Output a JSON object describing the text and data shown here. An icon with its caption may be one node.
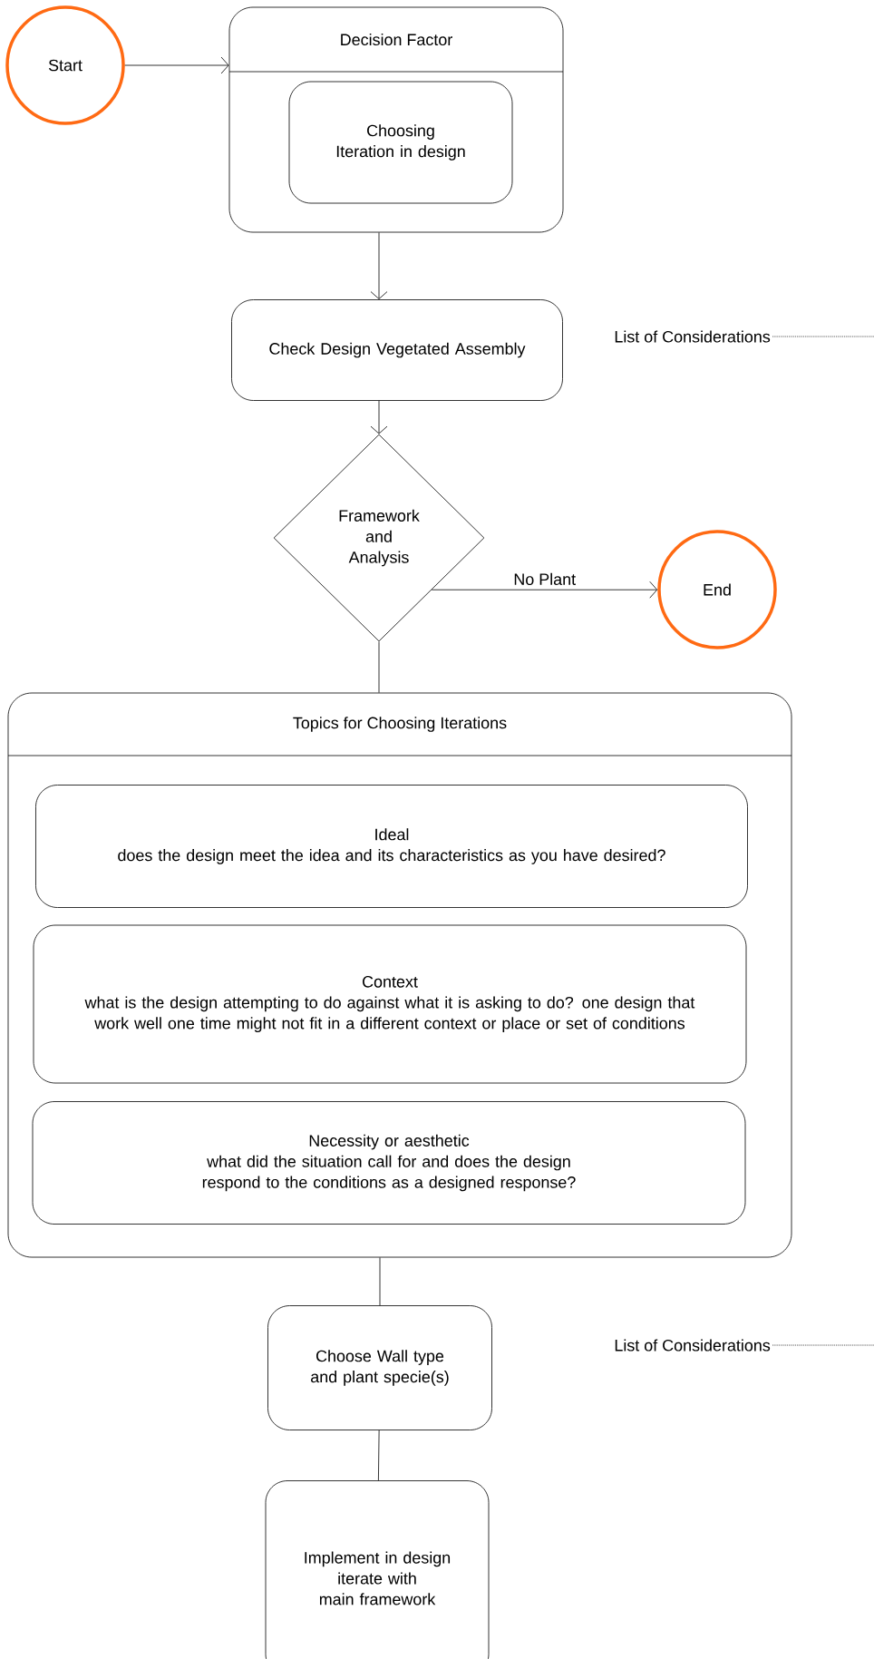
{
  "diagram": {
    "nodes": [
      {
        "text": [
          "Start"
        ]
      },
      {
        "text": [
          "Decision Factor"
        ]
      },
      {
        "text": [
          "Choosing Iteration in design"
        ],
        "in": 1
      },
      {
        "text": [
          "Check Design Vegetated Assembly"
        ]
      },
      {
        "text": [
          "List of Considerations"
        ]
      },
      {
        "text": [
          "Framework and Analysis"
        ]
      },
      {
        "text": [
          "End"
        ]
      },
      {
        "text": [
          "Topics for Choosing Iterations"
        ]
      },
      {
        "text": [
          "Ideal",
          "does the design meet the idea and its characteristics as you have desired?"
        ],
        "in": 7
      },
      {
        "text": [
          "Context",
          "what is the design attempting to do against what it is asking to do? one design that work well one time might not fit in a different context or place or set of conditions"
        ],
        "in": 7
      },
      {
        "text": [
          "Necessity or aesthetic",
          "what did the situation call for and does the design respond to the conditions as a designed response?"
        ],
        "in": 7
      },
      {
        "text": [
          "Choose Wall type and plant specie(s)"
        ]
      },
      {
        "text": [
          "List of Considerations"
        ]
      },
      {
        "text": [
          "Implement in design",
          "iterate with main framework"
        ]
      }
    ],
    "edges": [
      {
        "from": 0,
        "to": 1,
        "arrow": "to"
      },
      {
        "from": 1,
        "to": 3,
        "arrow": "to"
      },
      {
        "from": 3,
        "to": 5,
        "arrow": "to"
      },
      {
        "from": 5,
        "to": 6,
        "arrow": "to",
        "label": "No Plant"
      },
      {
        "from": 5,
        "to": 7,
        "arrow": "none"
      },
      {
        "from": 7,
        "to": 11,
        "arrow": "none"
      },
      {
        "from": 11,
        "to": 13,
        "arrow": "none"
      },
      {
        "from": 4,
        "to": null,
        "arrow": "none",
        "style": "dashed"
      },
      {
        "from": 12,
        "to": null,
        "arrow": "none",
        "style": "dashed"
      }
    ]
  }
}
